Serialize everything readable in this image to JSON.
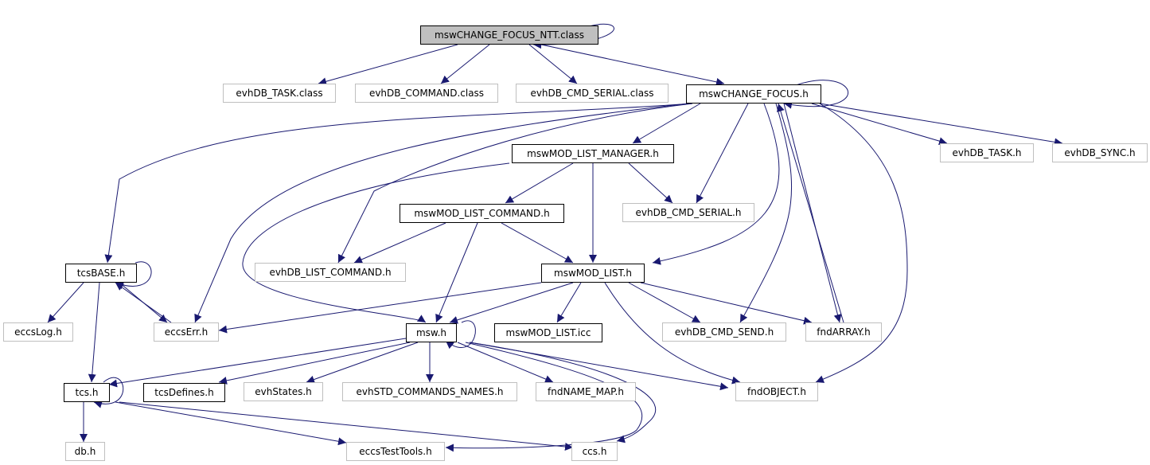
{
  "colors": {
    "edge": "#191970",
    "node_border": "#000000",
    "external_border": "#bfbfbf",
    "root_fill": "#bfbfbf"
  },
  "nodes": {
    "root": "mswCHANGE_FOCUS_NTT.class",
    "evhdb_task_class": "evhDB_TASK.class",
    "evhdb_command_class": "evhDB_COMMAND.class",
    "evhdb_cmd_serial_class": "evhDB_CMD_SERIAL.class",
    "mswchange_focus_h": "mswCHANGE_FOCUS.h",
    "mswmod_list_manager_h": "mswMOD_LIST_MANAGER.h",
    "evhdb_task_h": "evhDB_TASK.h",
    "evhdb_sync_h": "evhDB_SYNC.h",
    "mswmod_list_command_h": "mswMOD_LIST_COMMAND.h",
    "evhdb_cmd_serial_h": "evhDB_CMD_SERIAL.h",
    "tcsbase_h": "tcsBASE.h",
    "evhdb_list_command_h": "evhDB_LIST_COMMAND.h",
    "mswmod_list_h": "mswMOD_LIST.h",
    "eccslog_h": "eccsLog.h",
    "eccserr_h": "eccsErr.h",
    "msw_h": "msw.h",
    "mswmod_list_icc": "mswMOD_LIST.icc",
    "evhdb_cmd_send_h": "evhDB_CMD_SEND.h",
    "fndarray_h": "fndARRAY.h",
    "tcs_h": "tcs.h",
    "tcsdefines_h": "tcsDefines.h",
    "evhstates_h": "evhStates.h",
    "evhstd_commands_names_h": "evhSTD_COMMANDS_NAMES.h",
    "fndname_map_h": "fndNAME_MAP.h",
    "fndobject_h": "fndOBJECT.h",
    "db_h": "db.h",
    "eccstesttools_h": "eccsTestTools.h",
    "ccs_h": "ccs.h"
  }
}
